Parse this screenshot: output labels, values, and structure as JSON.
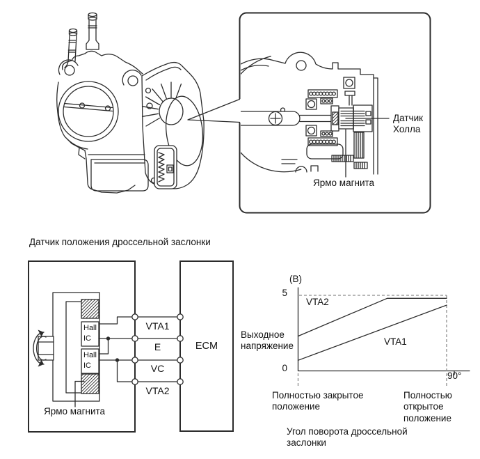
{
  "colors": {
    "line": "#2b2b2b",
    "dashed": "#8c8c8c",
    "text": "#111111",
    "background": "#ffffff"
  },
  "inset": {
    "labels": {
      "hall_sensor": "Датчик\nХолла",
      "magnet_yoke": "Ярмо магнита"
    }
  },
  "circuit": {
    "title": "Датчик положения дроссельной заслонки",
    "hall_ic_top": "Hall\nIC",
    "hall_ic_bottom": "Hall\nIC",
    "magnet_yoke_label": "Ярмо магнита",
    "terminals": [
      "VTA1",
      "E",
      "VC",
      "VTA2"
    ],
    "ecm": "ECM"
  },
  "chart_data": {
    "type": "line",
    "corner_label": "(B)",
    "ylabel": "Выходное\nнапряжение",
    "xlabel": "Угол поворота дроссельной\nзаслонки",
    "ylim": [
      0,
      5
    ],
    "xlim_deg": [
      0,
      90
    ],
    "y_ticks": [
      "5",
      "0"
    ],
    "x_tick_label": "90°",
    "grid": false,
    "legend": "inline-labels",
    "x_axis_annotations": {
      "closed": "Полностью закрытое\nположение",
      "open": "Полностью\nоткрытое\nположение"
    },
    "series": [
      {
        "name": "VTA2",
        "points_deg_v": [
          [
            0,
            2.3
          ],
          [
            54,
            4.8
          ],
          [
            90,
            4.8
          ]
        ]
      },
      {
        "name": "VTA1",
        "points_deg_v": [
          [
            0,
            0.7
          ],
          [
            90,
            4.35
          ]
        ]
      }
    ]
  }
}
